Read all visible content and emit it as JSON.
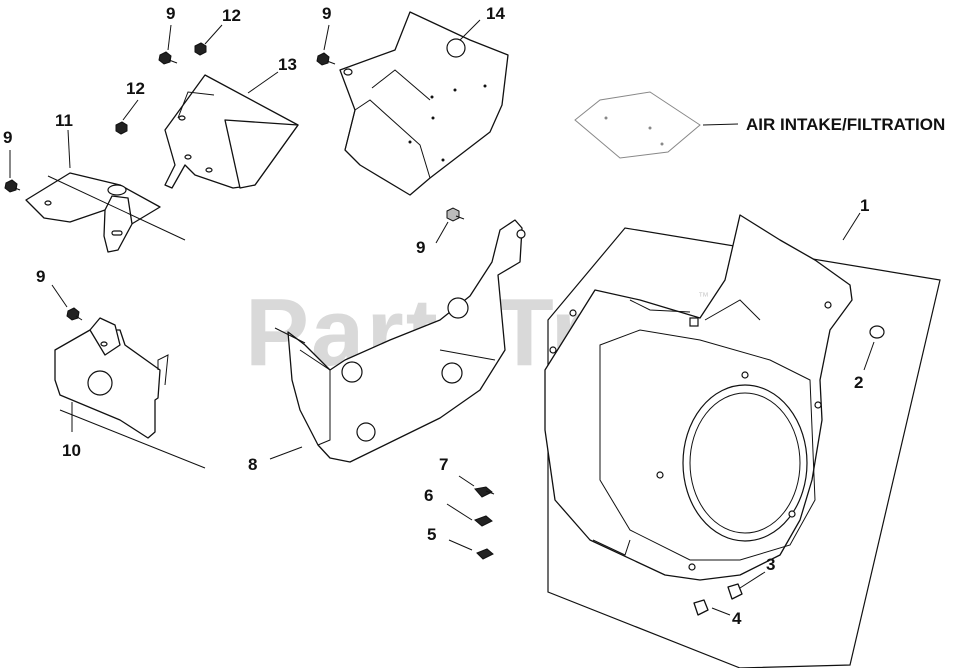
{
  "watermark": {
    "text": "PartsTree",
    "trademark": "™"
  },
  "external_label": "AIR INTAKE/FILTRATION",
  "callouts": {
    "c1": "1",
    "c2": "2",
    "c3": "3",
    "c4": "4",
    "c5": "5",
    "c6": "6",
    "c7": "7",
    "c8": "8",
    "c9a": "9",
    "c9b": "9",
    "c9c": "9",
    "c9d": "9",
    "c9e": "9",
    "c10": "10",
    "c11": "11",
    "c12a": "12",
    "c12b": "12",
    "c13": "13",
    "c14": "14"
  }
}
